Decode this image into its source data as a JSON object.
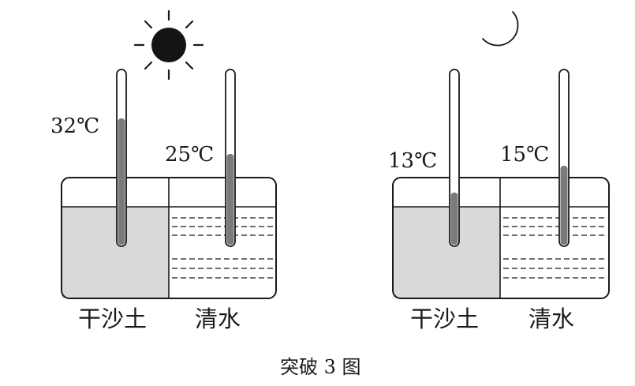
{
  "caption": "突破 3 图",
  "scenes": [
    {
      "time_icon": "sun-icon",
      "sand_label": "干沙土",
      "water_label": "清水",
      "sand_temp": "32℃",
      "water_temp": "25℃"
    },
    {
      "time_icon": "moon-icon",
      "sand_label": "干沙土",
      "water_label": "清水",
      "sand_temp": "13℃",
      "water_temp": "15℃"
    }
  ],
  "colors": {
    "ink": "#1a1a1a",
    "sand_fill": "#d9d9d9",
    "mercury": "#7a7a7a",
    "sun": "#141414"
  }
}
